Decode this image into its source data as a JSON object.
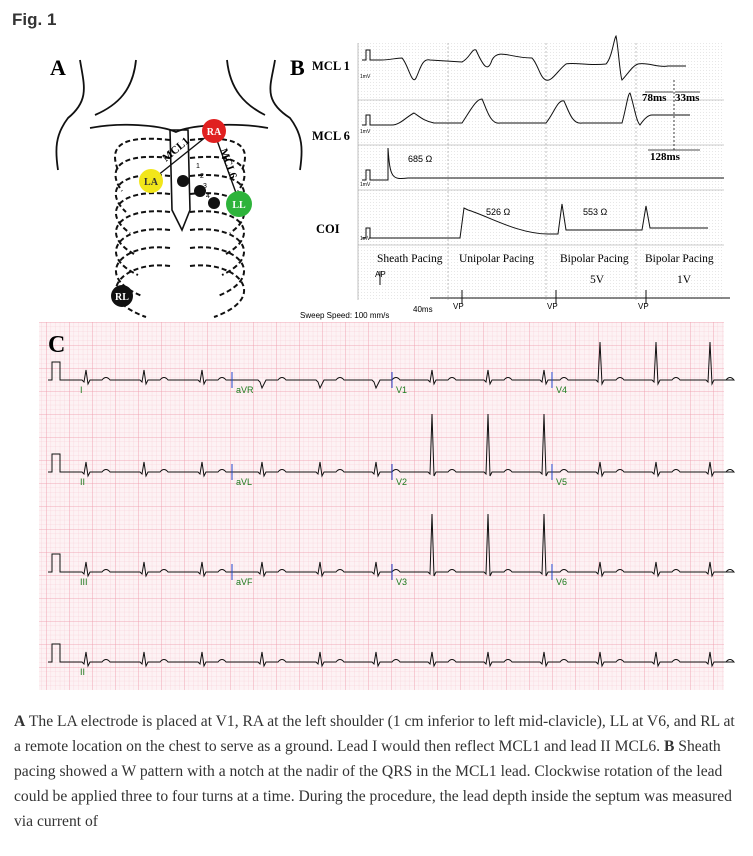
{
  "figure_label": "Fig. 1",
  "panel_a": {
    "label": "A",
    "electrodes": [
      {
        "name": "RA",
        "color": "#e02020"
      },
      {
        "name": "LA",
        "color": "#f2e61a"
      },
      {
        "name": "LL",
        "color": "#2db33a"
      },
      {
        "name": "RL",
        "color": "#111111"
      }
    ],
    "lead_lines": [
      "MCL1",
      "MCL6"
    ],
    "rib_numbers": [
      "1",
      "2",
      "3",
      "4"
    ]
  },
  "panel_b": {
    "label": "B",
    "trace_labels": [
      "MCL 1",
      "MCL 6",
      "COI"
    ],
    "scale_unit": "1mV",
    "impedances": [
      "685 Ω",
      "526 Ω",
      "553 Ω"
    ],
    "measurements": [
      "78ms",
      "33ms",
      "128ms"
    ],
    "pacing_modes": [
      "Sheath Pacing",
      "Unipolar Pacing",
      "Bipolar Pacing",
      "Bipolar Pacing"
    ],
    "voltages": [
      "5V",
      "1V"
    ],
    "markers": {
      "ap": "AP",
      "vp": "VP"
    },
    "time_scale": "40ms",
    "sweep_speed": "Sweep Speed: 100 mm/s"
  },
  "panel_c": {
    "label": "C",
    "leads": [
      [
        "I",
        "aVR",
        "V1",
        "V4"
      ],
      [
        "II",
        "aVL",
        "V2",
        "V5"
      ],
      [
        "III",
        "aVF",
        "V3",
        "V6"
      ],
      [
        "II"
      ]
    ]
  },
  "caption": {
    "a_label": "A",
    "a_text": " The LA electrode is placed at V1, RA at the left shoulder (1 cm inferior to left mid-clavicle), LL at V6, and RL at a remote location on the chest to serve as a ground. Lead I would then reflect MCL1 and lead II MCL6. ",
    "b_label": "B",
    "b_text": " Sheath pacing showed a W pattern with a notch at the nadir of the QRS in the MCL1 lead. Clockwise rotation of the lead could be applied three to four turns at a time. During the procedure, the lead depth inside the septum was measured via current of"
  }
}
